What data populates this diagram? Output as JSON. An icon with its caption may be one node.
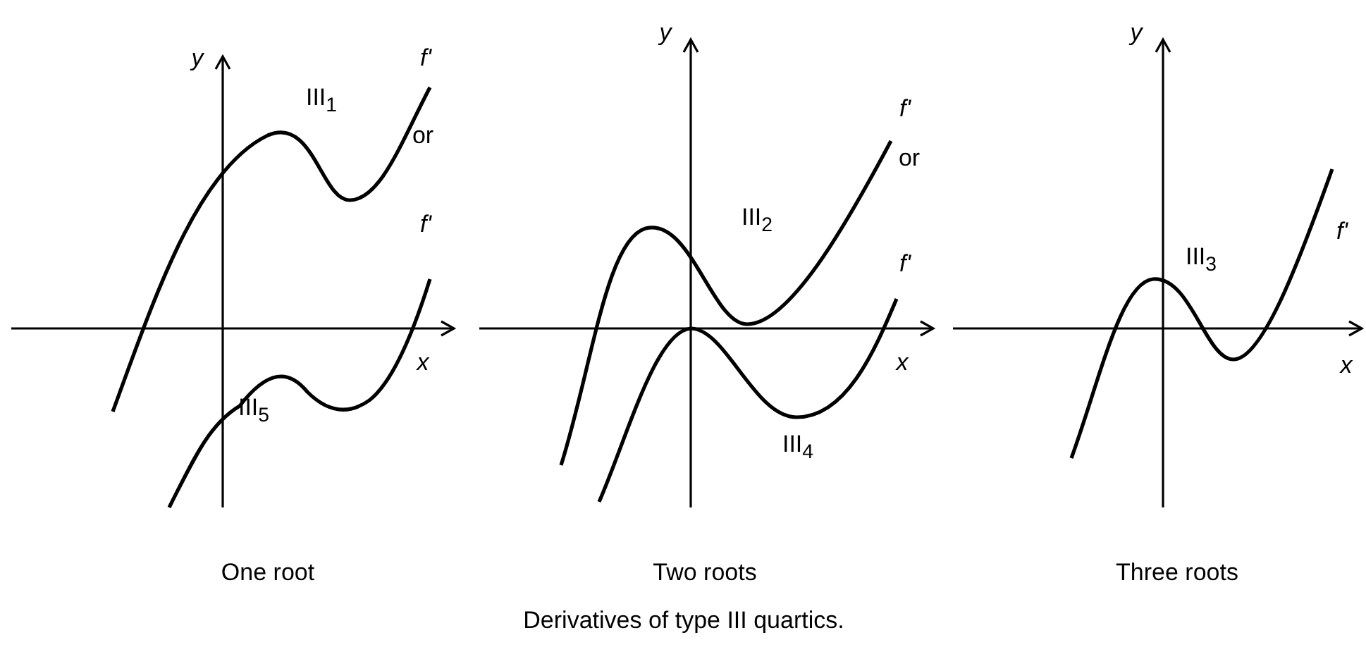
{
  "diagram": {
    "caption": "Derivatives of type III quartics.",
    "labels": [
      "y",
      "III$_{1}$",
      "f'",
      "or",
      "f'",
      "x",
      "III$_{5}$",
      "One root",
      "y",
      "f'",
      "III$_{2}$",
      "or",
      "f'",
      "x",
      "III$_{4}$",
      "Two roots",
      "y",
      "f'",
      "III$_{3}$",
      "x",
      "Three roots"
    ]
  }
}
